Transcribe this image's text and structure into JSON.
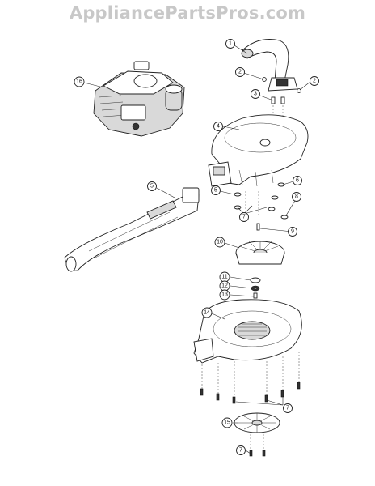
{
  "watermark": "AppliancePartsPros.com",
  "callouts": {
    "c1": "1",
    "c2a": "2",
    "c2b": "2",
    "c3": "3",
    "c4": "4",
    "c5": "5",
    "c5b": "5",
    "c6": "6",
    "c7a": "7",
    "c7b": "7",
    "c7c": "7",
    "c8": "8",
    "c9": "9",
    "c10": "10",
    "c11": "11",
    "c12": "12",
    "c13": "13",
    "c14": "14",
    "c15": "15",
    "c16": "16"
  }
}
